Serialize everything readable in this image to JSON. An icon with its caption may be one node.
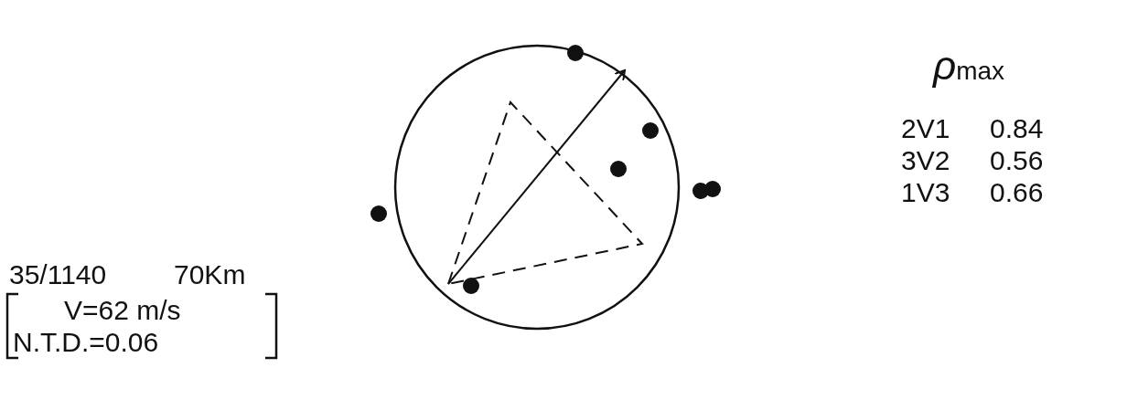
{
  "diagram": {
    "labels": [
      "ρ$_{max}$",
      "2V1",
      "0.84",
      "3V2",
      "0.56",
      "1V3",
      "0.66",
      "35/1140",
      "70Km",
      "V=62 m/s",
      "N.T.D.=0.06"
    ]
  }
}
